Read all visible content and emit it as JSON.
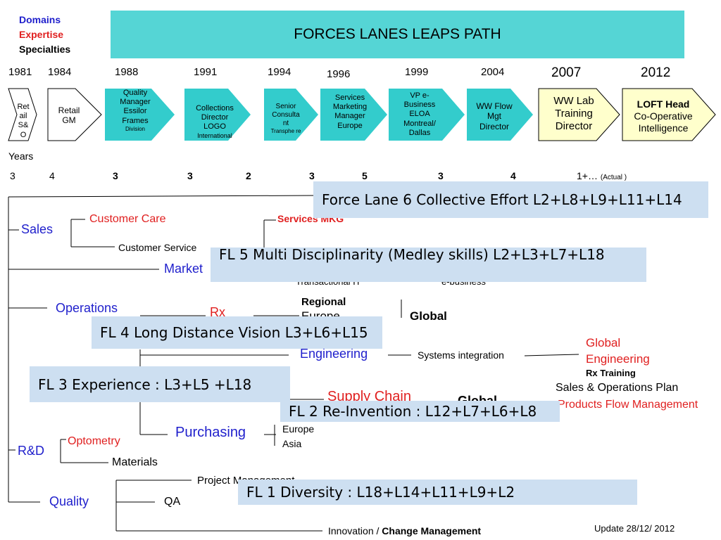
{
  "legend": {
    "domains": "Domains",
    "expertise": "Expertise",
    "specialties": "Specialties"
  },
  "title": "FORCES LANES LEAPS PATH",
  "years": [
    "1981",
    "1984",
    "1988",
    "1991",
    "1994",
    "1996",
    "1999",
    "2004",
    "2007",
    "2012"
  ],
  "steps": [
    {
      "lines": [
        "Ret",
        "ail",
        "S&",
        "O"
      ]
    },
    {
      "lines": [
        "Retail",
        "GM"
      ]
    },
    {
      "lines": [
        "Quality",
        "Manager",
        "Essilor",
        "Frames"
      ],
      "small": "Division"
    },
    {
      "lines": [
        "Collections",
        "Director",
        "LOGO"
      ],
      "small": "International"
    },
    {
      "lines": [
        "Senior",
        "Consulta",
        "nt"
      ],
      "small": "Transphe re"
    },
    {
      "lines": [
        "Services",
        "Marketing",
        "Manager",
        "Europe"
      ]
    },
    {
      "lines": [
        "VP e-",
        "Business",
        "ELOA",
        "Montreal/",
        "Dallas"
      ]
    },
    {
      "lines": [
        "WW Flow",
        "Mgt",
        "Director"
      ]
    },
    {
      "lines": [
        "WW Lab",
        "Training",
        "Director"
      ]
    },
    {
      "bold": "LOFT Head",
      "lines": [
        "Co-Operative",
        "Intelligence"
      ]
    }
  ],
  "years_label": "Years",
  "durations": [
    "3",
    "4",
    "3",
    "3",
    "2",
    "3",
    "5",
    "3",
    "4",
    "1+…"
  ],
  "duration_note": "(Actual )",
  "tree": {
    "sales": "Sales",
    "customer_care": "Customer Care",
    "customer_service": "Customer Service",
    "services_mkg": "Services MKG",
    "marketing": "Market",
    "transactional": "Transactional IT",
    "ebusiness": "e-business",
    "operations": "Operations",
    "rx": "Rx",
    "regional": "Regional",
    "europe_clip": "Europe",
    "global_bold": "Global",
    "engineering": "Engineering",
    "systems_integration": "Systems integration",
    "global_engineering_1": "Global",
    "global_engineering_2": "Engineering",
    "rx_training": "Rx Training",
    "sales_ops_plan": "Sales & Operations Plan",
    "supply_chain": "Supply Chain",
    "global_clip": "Global",
    "products_flow": "Products Flow Management",
    "purchasing": "Purchasing",
    "europe": "Europe",
    "asia": "Asia",
    "rd": "R&D",
    "optometry": "Optometry",
    "materials": "Materials",
    "project_management": "Project  Management",
    "quality": "Quality",
    "qa": "QA",
    "innovation": "Innovation / ",
    "change_management": "Change Management"
  },
  "force_lanes": [
    "Force Lane 6 Collective Effort L2+L8+L9+L11+L14",
    "FL 5 Multi Disciplinarity (Medley skills) L2+L3+L7+L18",
    "FL 4 Long Distance Vision L3+L6+L15",
    "FL 3 Experience : L3+L5 +L18",
    "FL 2 Re-Invention : L12+L7+L6+L8",
    "FL 1 Diversity :  L18+L14+L11+L9+L2"
  ],
  "update": "Update  28/12/ 2012",
  "colors": {
    "banner": "#55d5d5",
    "chevron_teal": "#33cccc",
    "chevron_yellow": "#ffffcc",
    "fl_box": "#cddff1",
    "blue": "#1f1fcc",
    "red": "#e02020"
  }
}
